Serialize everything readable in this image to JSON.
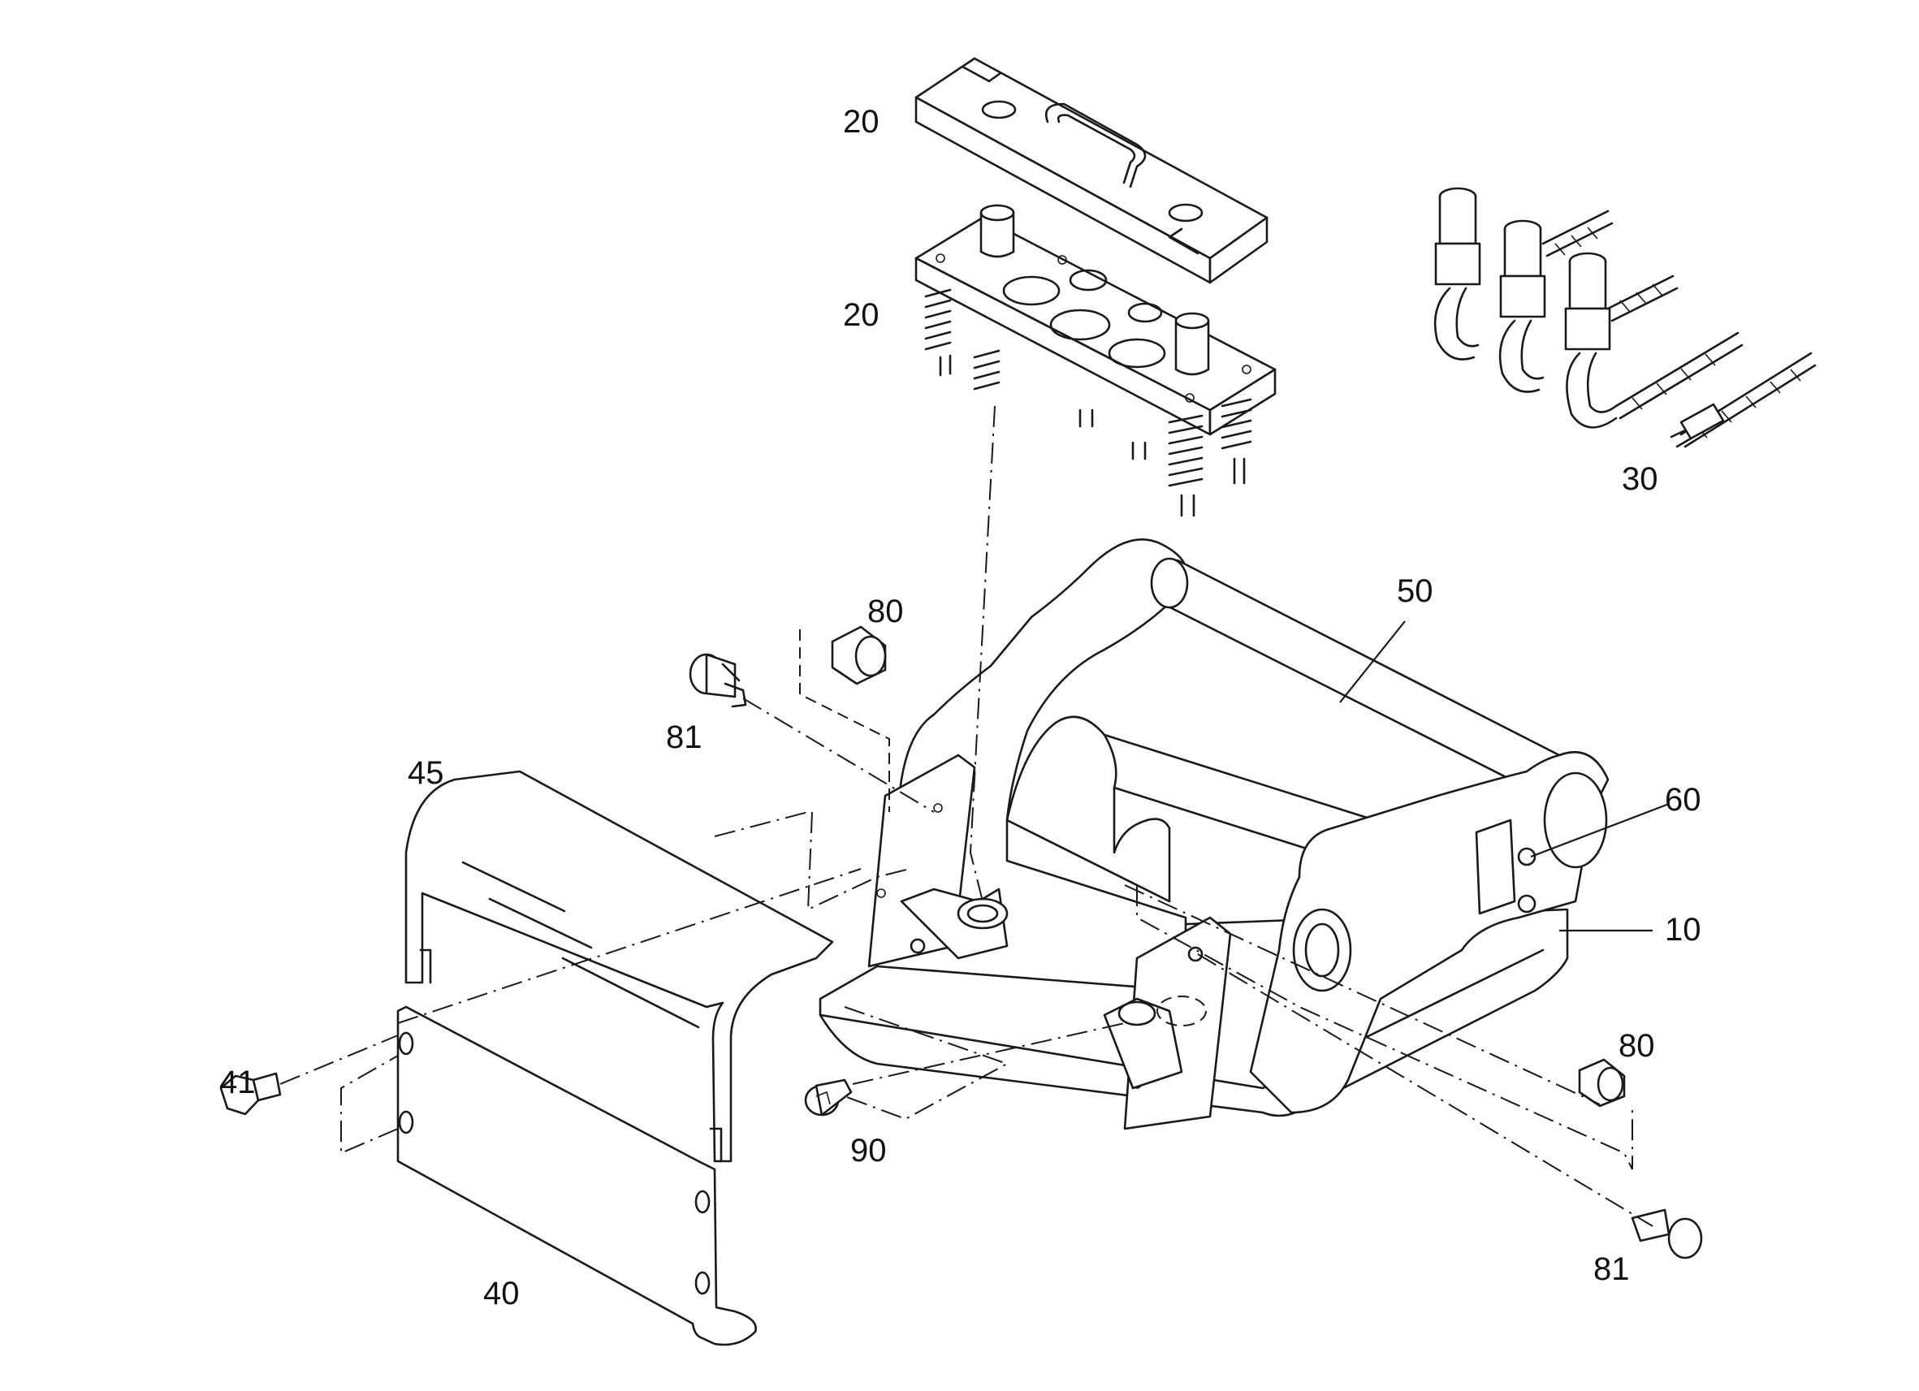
{
  "colors": {
    "line": "#1a1a1a",
    "background": "#ffffff"
  },
  "callouts": {
    "c20_top": "20",
    "c20_plate": "20",
    "c30": "30",
    "c50": "50",
    "c80_left": "80",
    "c81_left": "81",
    "c45": "45",
    "c60": "60",
    "c10": "10",
    "c41": "41",
    "c90": "90",
    "c80_right": "80",
    "c81_right": "81",
    "c40": "40"
  }
}
